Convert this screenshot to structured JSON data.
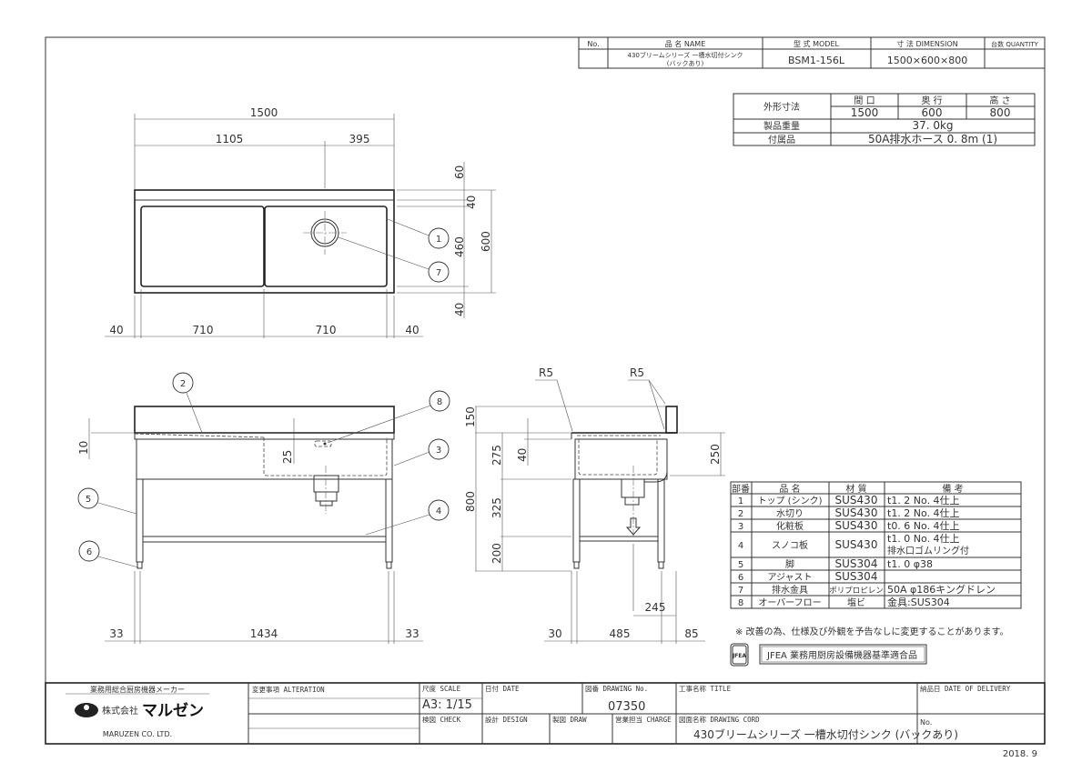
{
  "header": {
    "no_label": "No.",
    "name_label": "品 名 NAME",
    "model_label": "型 式 MODEL",
    "dimension_label": "寸 法 DIMENSION",
    "quantity_label": "台数 QUANTITY",
    "product_name_line1": "430ブリームシリーズ 一槽水切付シンク",
    "product_name_line2": "(バックあり)",
    "model": "BSM1-156L",
    "dimension": "1500×600×800"
  },
  "spec": {
    "outer_dim_label": "外形寸法",
    "width_label": "間 口",
    "depth_label": "奥 行",
    "height_label": "高 さ",
    "width": "1500",
    "depth": "600",
    "height": "800",
    "weight_label": "製品重量",
    "weight": "37. 0kg",
    "accessory_label": "付属品",
    "accessory": "50A排水ホース 0. 8m (1)"
  },
  "parts": {
    "headers": [
      "部番",
      "品 名",
      "材 質",
      "備 考"
    ],
    "rows": [
      {
        "no": "1",
        "name": "トップ (シンク)",
        "material": "SUS430",
        "remarks": "t1. 2 No. 4仕上",
        "remarks2": ""
      },
      {
        "no": "2",
        "name": "水切り",
        "material": "SUS430",
        "remarks": "t1. 2 No. 4仕上",
        "remarks2": ""
      },
      {
        "no": "3",
        "name": "化粧板",
        "material": "SUS430",
        "remarks": "t0. 6 No. 4仕上",
        "remarks2": ""
      },
      {
        "no": "4",
        "name": "スノコ板",
        "material": "SUS430",
        "remarks": "t1. 0 No. 4仕上",
        "remarks2": "排水口ゴムリング付"
      },
      {
        "no": "5",
        "name": "脚",
        "material": "SUS304",
        "remarks": "t1. 0 φ38",
        "remarks2": ""
      },
      {
        "no": "6",
        "name": "アジャスト",
        "material": "SUS304",
        "remarks": "",
        "remarks2": ""
      },
      {
        "no": "7",
        "name": "排水金具",
        "material": "ポリプロピレン",
        "remarks": "50A φ186キングドレン",
        "remarks2": ""
      },
      {
        "no": "8",
        "name": "オーバーフロー",
        "material": "塩ビ",
        "remarks": "金具:SUS304",
        "remarks2": ""
      }
    ]
  },
  "note": "※ 改善の為、仕様及び外観を予告なしに変更することがあります。",
  "jfea": {
    "logo": "JFEA",
    "text": "JFEA 業務用厨房設備機器基準適合品"
  },
  "top_view": {
    "overall": "1500",
    "left": "1105",
    "right": "395",
    "d60": "60",
    "d40a": "40",
    "d460": "460",
    "d40b": "40",
    "d600": "600",
    "b40l": "40",
    "b710a": "710",
    "b710b": "710",
    "b40r": "40"
  },
  "front_view": {
    "d10": "10",
    "d25": "25",
    "b33l": "33",
    "b1434": "1434",
    "b33r": "33"
  },
  "side_view": {
    "r5a": "R5",
    "r5b": "R5",
    "d150": "150",
    "d800": "800",
    "d275": "275",
    "d325": "325",
    "d200": "200",
    "d40": "40",
    "d250": "250",
    "d245": "245",
    "b30": "30",
    "b485": "485",
    "b85": "85"
  },
  "balloons": [
    "1",
    "2",
    "3",
    "4",
    "5",
    "6",
    "7",
    "8"
  ],
  "title_block": {
    "maker_caption": "業務用総合厨房機器メーカー",
    "company_prefix": "株式会社",
    "company_logo": "マルゼン",
    "company_en": "MARUZEN CO. LTD.",
    "alteration_label": "変更事項 ALTERATION",
    "scale_label": "尺度 SCALE",
    "scale": "A3: 1/15",
    "date_label": "日付 DATE",
    "drawing_no_label": "図番 DRAWING No.",
    "drawing_no": "07350",
    "title_label": "工事名称 TITLE",
    "delivery_label": "納品日 DATE OF DELIVERY",
    "check_label": "検図 CHECK",
    "design_label": "設計 DESIGN",
    "draw_label": "製図 DRAW",
    "charge_label": "営業担当 CHARGE",
    "drawing_cord_label": "図面名称 DRAWING CORD",
    "drawing_name": "430ブリームシリーズ 一槽水切付シンク (バックあり)",
    "no_label": "No."
  },
  "footer_date": "2018. 9"
}
